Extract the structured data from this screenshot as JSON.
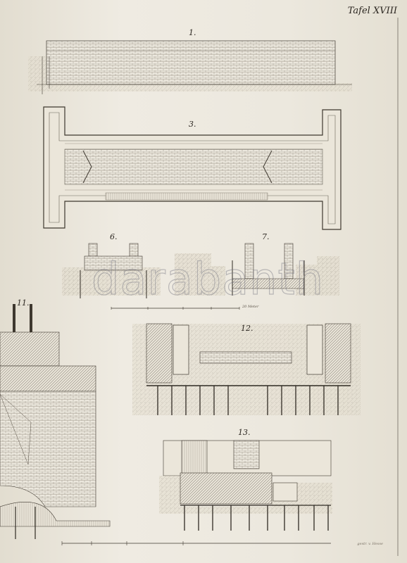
{
  "plate": {
    "title": "Tafel XVIII",
    "watermark": "darabanth",
    "credit": "gestr. v. Hesse",
    "scale_label": "20 Meter"
  },
  "figures": [
    {
      "id": "fig-1",
      "label": "1."
    },
    {
      "id": "fig-3",
      "label": "3."
    },
    {
      "id": "fig-6",
      "label": "6."
    },
    {
      "id": "fig-7",
      "label": "7."
    },
    {
      "id": "fig-11",
      "label": "11."
    },
    {
      "id": "fig-12",
      "label": "12."
    },
    {
      "id": "fig-13",
      "label": "13."
    }
  ]
}
